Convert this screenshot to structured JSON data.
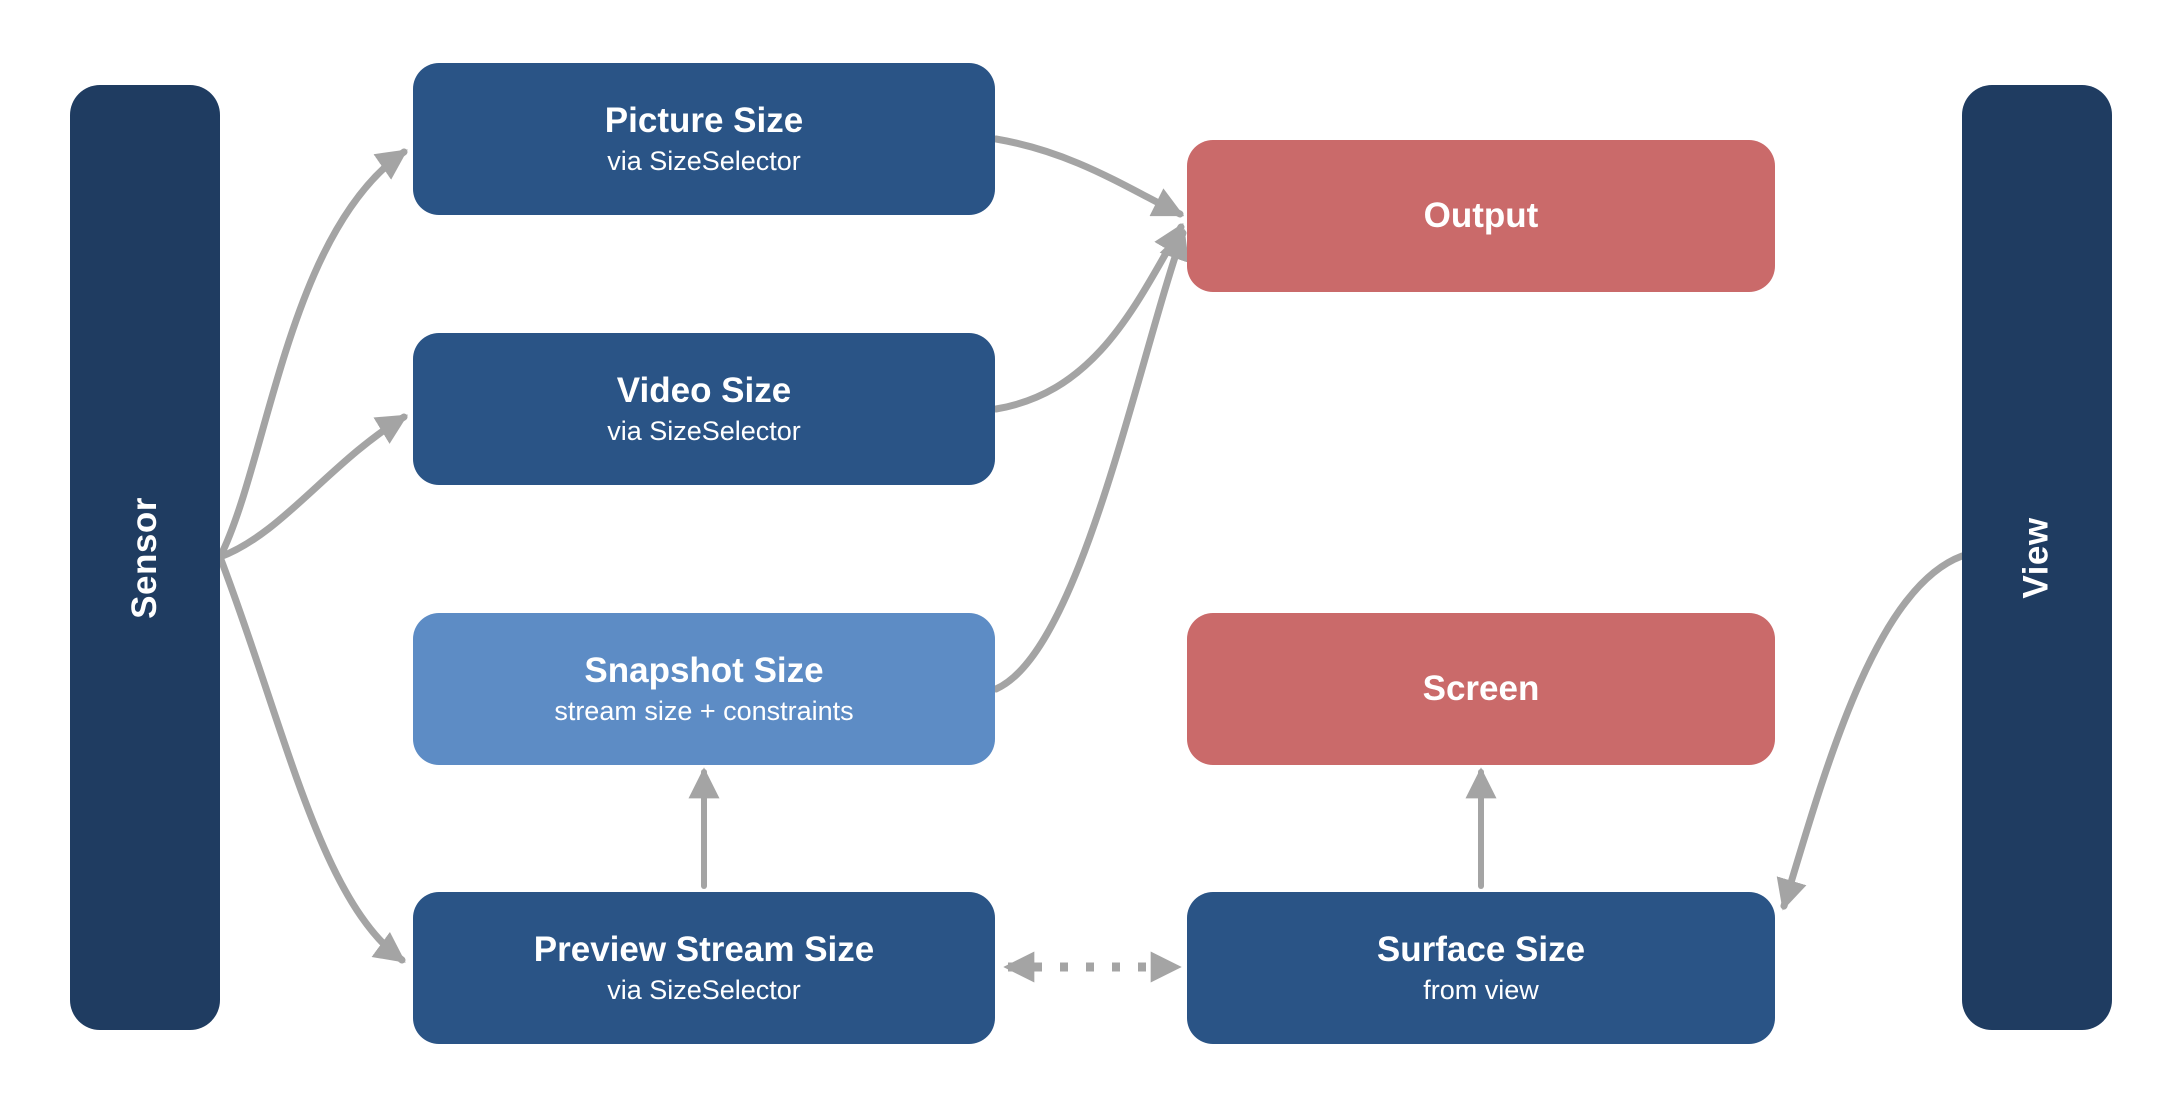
{
  "diagram": {
    "rails": {
      "left": {
        "label": "Sensor"
      },
      "right": {
        "label": "View"
      }
    },
    "nodes": [
      {
        "id": "picture",
        "title": "Picture Size",
        "subtitle": "via SizeSelector",
        "color": "#2a5486"
      },
      {
        "id": "video",
        "title": "Video Size",
        "subtitle": "via SizeSelector",
        "color": "#2a5486"
      },
      {
        "id": "snapshot",
        "title": "Snapshot Size",
        "subtitle": "stream size + constraints",
        "color": "#5d8cc5"
      },
      {
        "id": "preview",
        "title": "Preview Stream Size",
        "subtitle": "via SizeSelector",
        "color": "#2a5486"
      },
      {
        "id": "output",
        "title": "Output",
        "subtitle": "",
        "color": "#ca6a6a"
      },
      {
        "id": "screen",
        "title": "Screen",
        "subtitle": "",
        "color": "#ca6a6a"
      },
      {
        "id": "surface",
        "title": "Surface Size",
        "subtitle": "from view",
        "color": "#2a5486"
      }
    ],
    "edges": [
      {
        "from": "sensor",
        "to": "picture",
        "style": "solid-curve"
      },
      {
        "from": "sensor",
        "to": "video",
        "style": "solid-curve"
      },
      {
        "from": "sensor",
        "to": "preview",
        "style": "solid-curve"
      },
      {
        "from": "picture",
        "to": "output",
        "style": "solid-curve"
      },
      {
        "from": "video",
        "to": "output",
        "style": "solid-curve"
      },
      {
        "from": "snapshot",
        "to": "output",
        "style": "solid-curve"
      },
      {
        "from": "preview",
        "to": "snapshot",
        "style": "solid-vertical"
      },
      {
        "from": "surface",
        "to": "screen",
        "style": "solid-vertical"
      },
      {
        "from": "preview",
        "to": "surface",
        "style": "dotted-bidirectional"
      },
      {
        "from": "view",
        "to": "surface",
        "style": "solid-curve"
      }
    ],
    "colors": {
      "rail": "#1f3c61",
      "node_blue": "#2a5486",
      "node_light_blue": "#5d8cc5",
      "node_red": "#ca6a6a",
      "arrow": "#a4a4a4",
      "text": "#ffffff",
      "background": "#ffffff"
    }
  }
}
